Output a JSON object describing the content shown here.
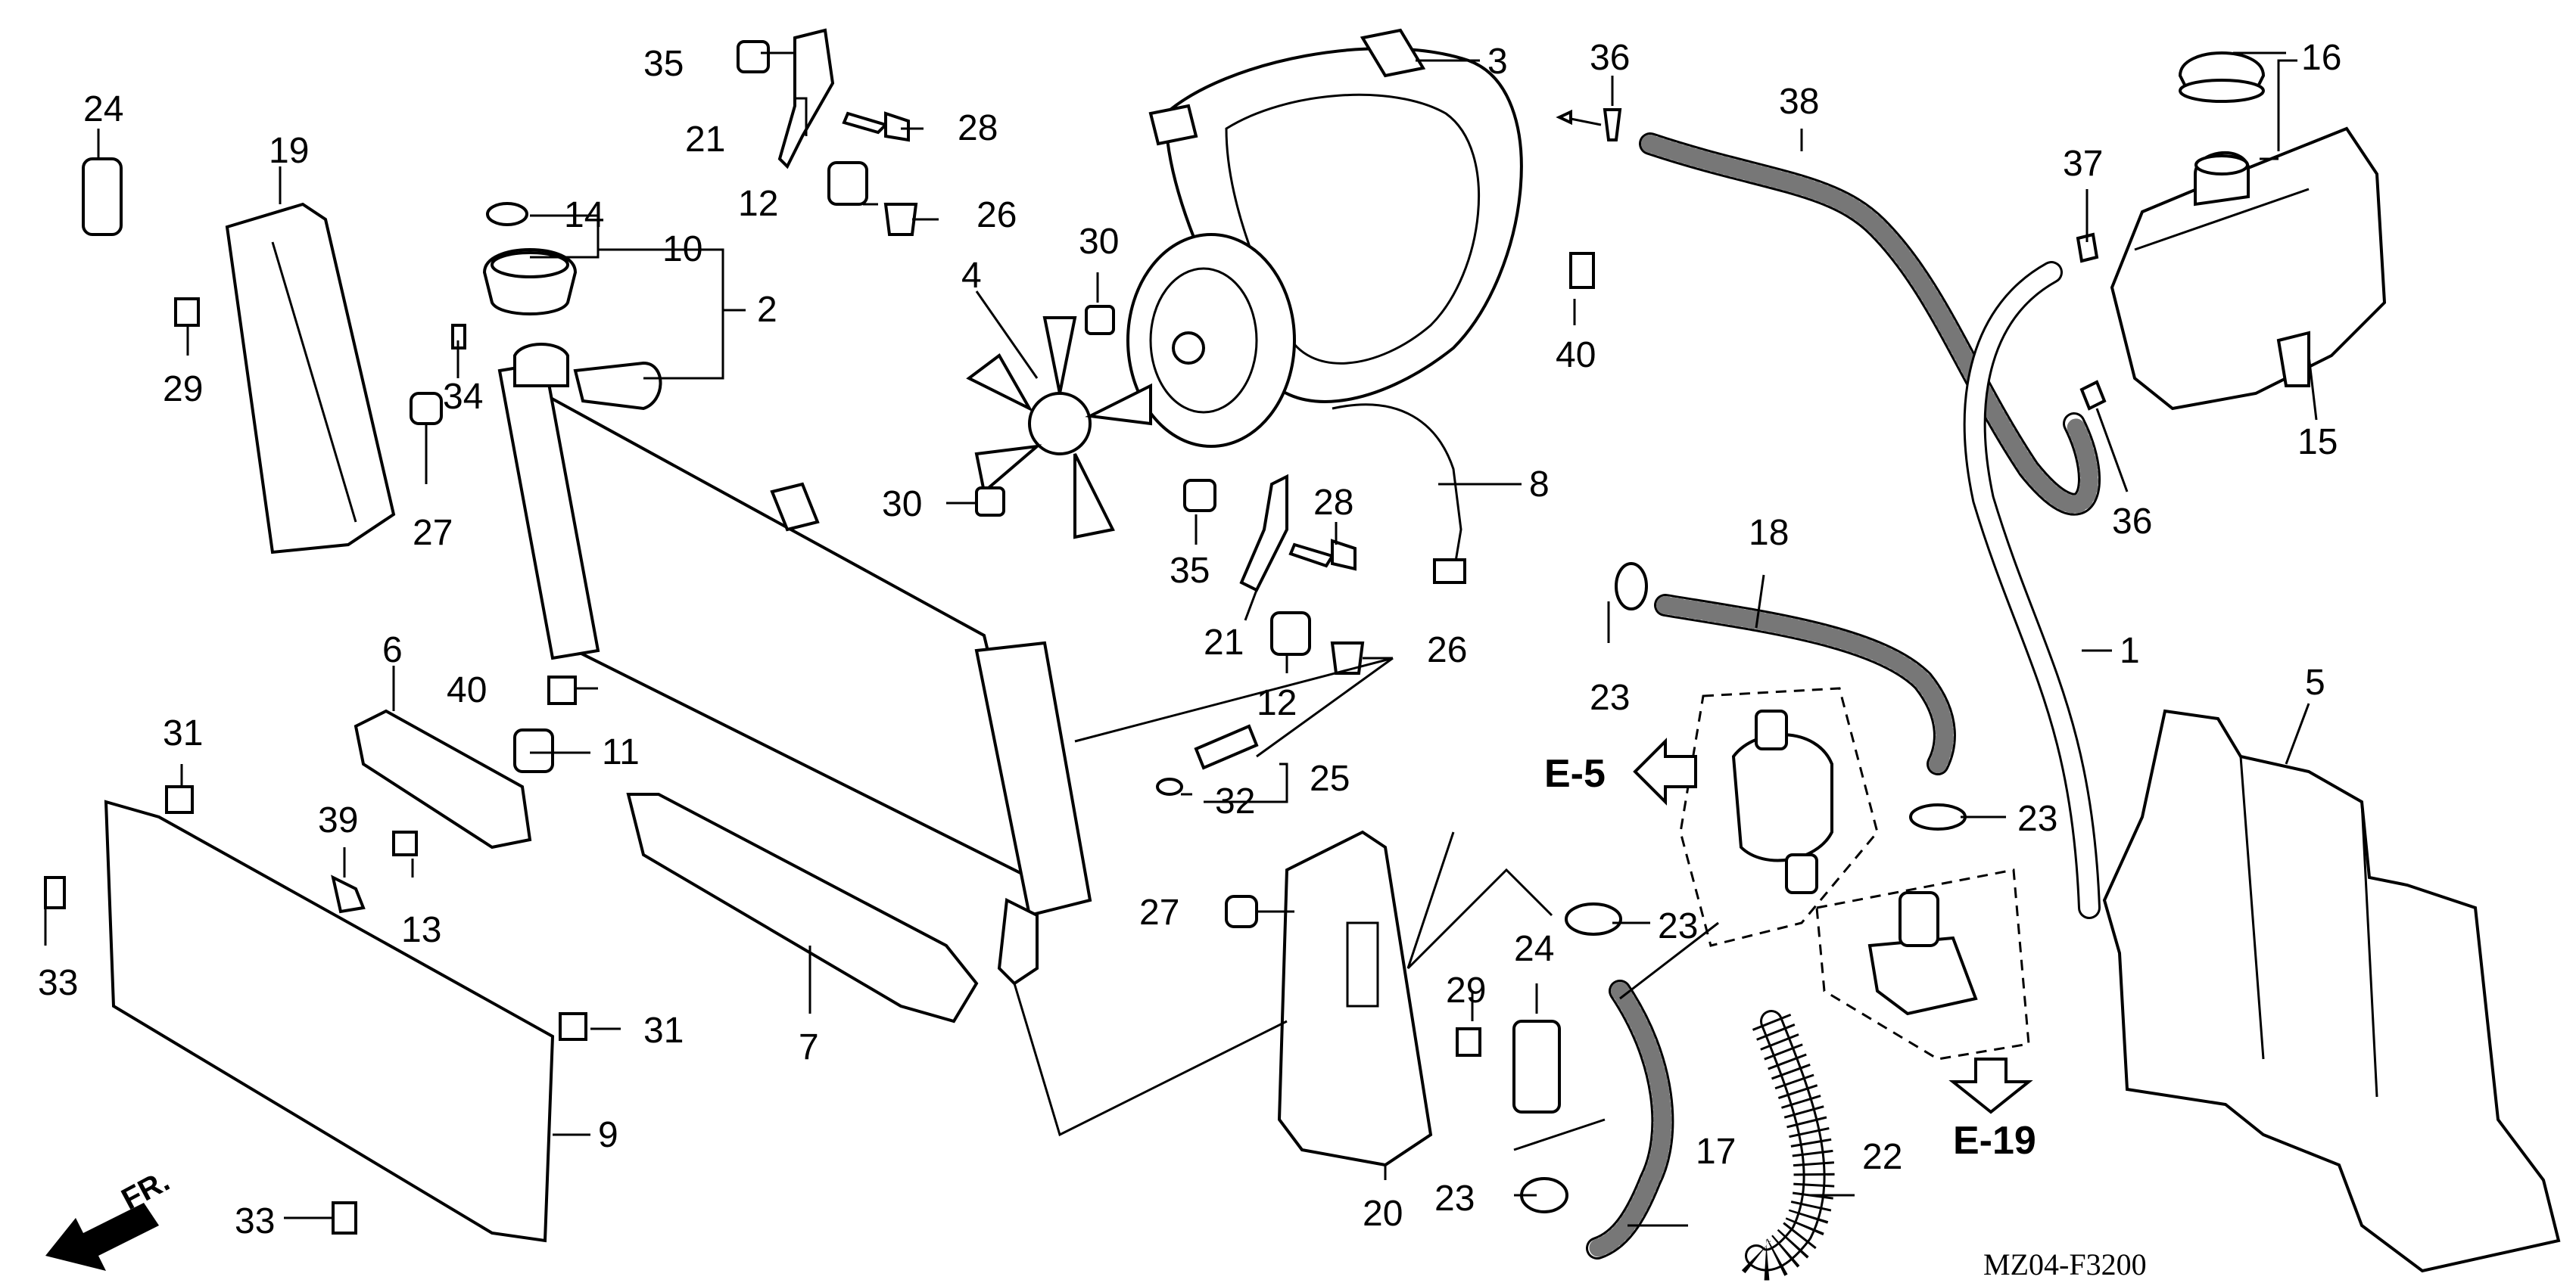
{
  "diagram": {
    "code": "MZ04-F3200",
    "front_arrow_label": "FR.",
    "references": [
      "E-5",
      "E-19"
    ],
    "part_labels": [
      {
        "id": "p1",
        "text": "1"
      },
      {
        "id": "p2",
        "text": "2"
      },
      {
        "id": "p3",
        "text": "3"
      },
      {
        "id": "p4",
        "text": "4"
      },
      {
        "id": "p5",
        "text": "5"
      },
      {
        "id": "p6",
        "text": "6"
      },
      {
        "id": "p7",
        "text": "7"
      },
      {
        "id": "p8",
        "text": "8"
      },
      {
        "id": "p9",
        "text": "9"
      },
      {
        "id": "p10",
        "text": "10"
      },
      {
        "id": "p11",
        "text": "11"
      },
      {
        "id": "p12a",
        "text": "12"
      },
      {
        "id": "p12b",
        "text": "12"
      },
      {
        "id": "p13",
        "text": "13"
      },
      {
        "id": "p14",
        "text": "14"
      },
      {
        "id": "p15",
        "text": "15"
      },
      {
        "id": "p16",
        "text": "16"
      },
      {
        "id": "p17",
        "text": "17"
      },
      {
        "id": "p18",
        "text": "18"
      },
      {
        "id": "p19",
        "text": "19"
      },
      {
        "id": "p20",
        "text": "20"
      },
      {
        "id": "p21a",
        "text": "21"
      },
      {
        "id": "p21b",
        "text": "21"
      },
      {
        "id": "p22",
        "text": "22"
      },
      {
        "id": "p23a",
        "text": "23"
      },
      {
        "id": "p23b",
        "text": "23"
      },
      {
        "id": "p23c",
        "text": "23"
      },
      {
        "id": "p23d",
        "text": "23"
      },
      {
        "id": "p24a",
        "text": "24"
      },
      {
        "id": "p24b",
        "text": "24"
      },
      {
        "id": "p25",
        "text": "25"
      },
      {
        "id": "p26a",
        "text": "26"
      },
      {
        "id": "p26b",
        "text": "26"
      },
      {
        "id": "p27a",
        "text": "27"
      },
      {
        "id": "p27b",
        "text": "27"
      },
      {
        "id": "p28a",
        "text": "28"
      },
      {
        "id": "p28b",
        "text": "28"
      },
      {
        "id": "p29a",
        "text": "29"
      },
      {
        "id": "p29b",
        "text": "29"
      },
      {
        "id": "p30a",
        "text": "30"
      },
      {
        "id": "p30b",
        "text": "30"
      },
      {
        "id": "p31a",
        "text": "31"
      },
      {
        "id": "p31b",
        "text": "31"
      },
      {
        "id": "p32",
        "text": "32"
      },
      {
        "id": "p33a",
        "text": "33"
      },
      {
        "id": "p33b",
        "text": "33"
      },
      {
        "id": "p34",
        "text": "34"
      },
      {
        "id": "p35a",
        "text": "35"
      },
      {
        "id": "p35b",
        "text": "35"
      },
      {
        "id": "p36a",
        "text": "36"
      },
      {
        "id": "p36b",
        "text": "36"
      },
      {
        "id": "p37",
        "text": "37"
      },
      {
        "id": "p38",
        "text": "38"
      },
      {
        "id": "p39",
        "text": "39"
      },
      {
        "id": "p40a",
        "text": "40"
      },
      {
        "id": "p40b",
        "text": "40"
      }
    ]
  }
}
